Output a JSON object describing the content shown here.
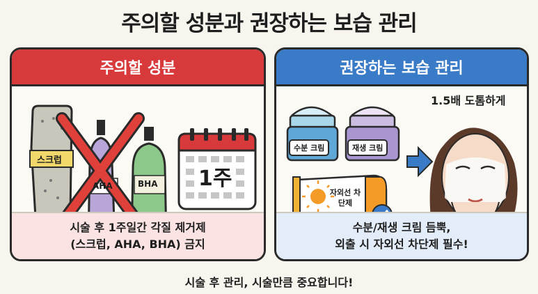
{
  "title": "주의할 성분과 권장하는 보습 관리",
  "left_panel": {
    "header": "주의할 성분",
    "items": {
      "scrub_label": "스크럽",
      "aha_label": "AHA",
      "bha_label": "BHA",
      "calendar_label": "1주"
    },
    "footer_line1": "시술 후 1주일간 각질 제거제",
    "footer_line2": "(스크럽, AHA, BHA) 금지"
  },
  "right_panel": {
    "header": "권장하는 보습 관리",
    "items": {
      "moisture_cream": "수분 크림",
      "regen_cream": "재생 크림",
      "sunscreen": "자외선 차단제",
      "thickness_note": "1.5배 도톰하게"
    },
    "footer_line1": "수분/재생 크림 듬뿍,",
    "footer_line2": "외출 시 자외선 차단제 필수!"
  },
  "bottom_text": "시술 후 관리, 시술만큼 중요합니다!",
  "colors": {
    "warning_red": "#d8393b",
    "recommend_blue": "#3a7bc8",
    "background": "#f7f5ee"
  },
  "icons": [
    "scrub-tube-icon",
    "aha-bottle-icon",
    "bha-bottle-icon",
    "cross-mark-icon",
    "calendar-icon",
    "cream-jar-icon",
    "sunscreen-tube-icon",
    "check-icon",
    "arrow-right-icon",
    "face-icon"
  ]
}
